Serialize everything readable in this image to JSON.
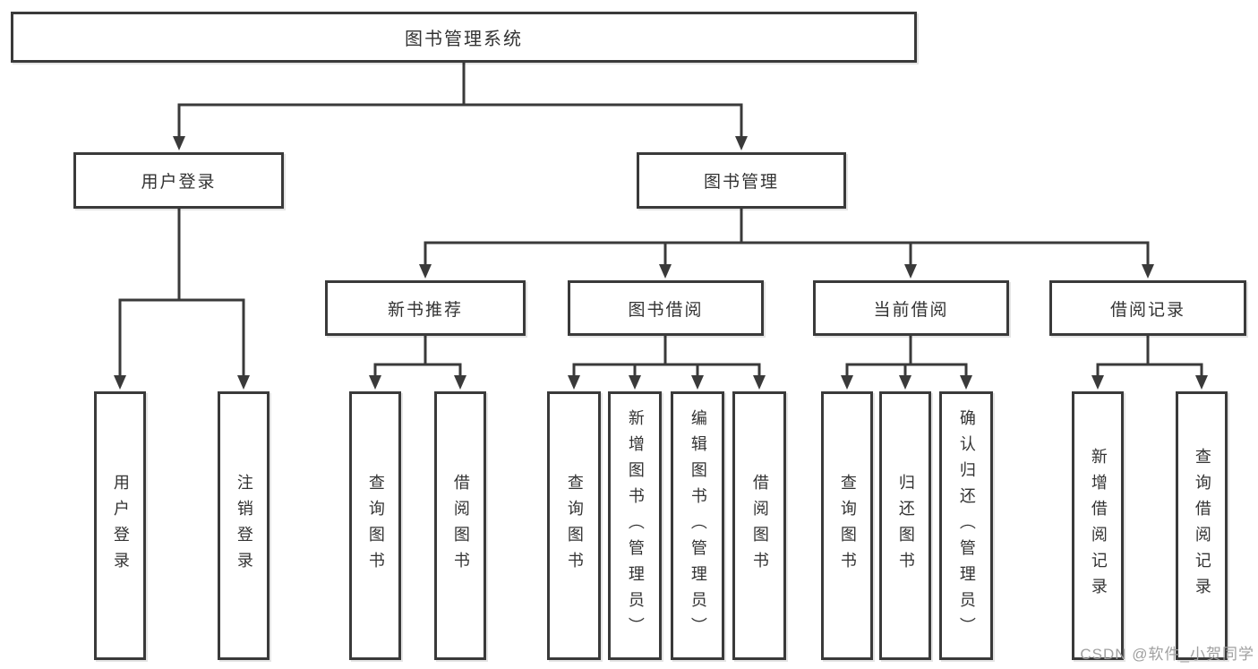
{
  "diagram": {
    "watermark": "CSDN @软件_小贺同学",
    "colors": {
      "line": "#3a3a3a",
      "text": "#333333",
      "background": "#ffffff",
      "watermark": "#a0a0a0"
    },
    "root": {
      "label": "图书管理系统",
      "children": [
        {
          "label": "用户登录",
          "children": [
            {
              "label": "用户登录"
            },
            {
              "label": "注销登录"
            }
          ]
        },
        {
          "label": "图书管理",
          "children": [
            {
              "label": "新书推荐",
              "children": [
                {
                  "label": "查询图书"
                },
                {
                  "label": "借阅图书"
                }
              ]
            },
            {
              "label": "图书借阅",
              "children": [
                {
                  "label": "查询图书"
                },
                {
                  "label": "新增图书（管理员）"
                },
                {
                  "label": "编辑图书（管理员）"
                },
                {
                  "label": "借阅图书"
                }
              ]
            },
            {
              "label": "当前借阅",
              "children": [
                {
                  "label": "查询图书"
                },
                {
                  "label": "归还图书"
                },
                {
                  "label": "确认归还（管理员）"
                }
              ]
            },
            {
              "label": "借阅记录",
              "children": [
                {
                  "label": "新增借阅记录"
                },
                {
                  "label": "查询借阅记录"
                }
              ]
            }
          ]
        }
      ]
    }
  }
}
